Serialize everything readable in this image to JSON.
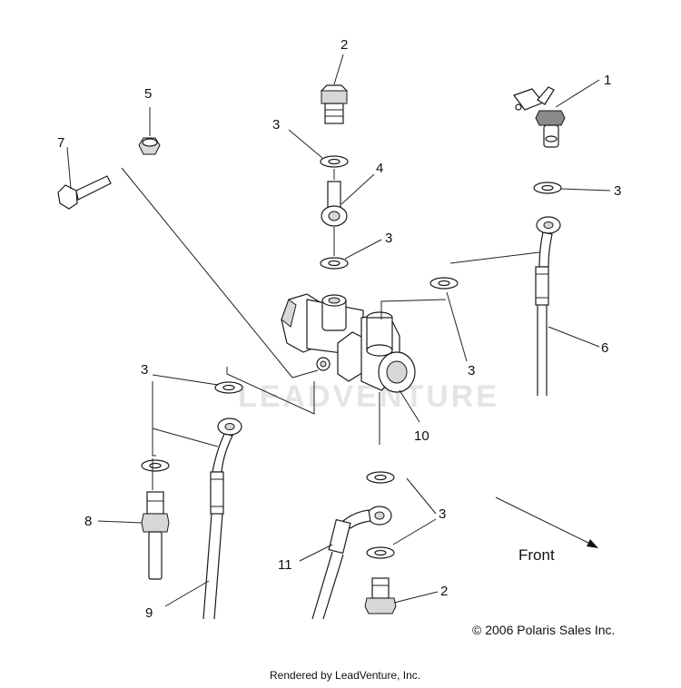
{
  "diagram": {
    "callouts": {
      "c1": "1",
      "c2a": "2",
      "c2b": "2",
      "c3a": "3",
      "c3b": "3",
      "c3c": "3",
      "c3d": "3",
      "c3e": "3",
      "c3f": "3",
      "c4": "4",
      "c5": "5",
      "c6": "6",
      "c7": "7",
      "c8": "8",
      "c9": "9",
      "c10": "10",
      "c11": "11"
    },
    "front_label": "Front",
    "copyright": "© 2006 Polaris Sales Inc.",
    "watermark": "LEADVENTURE"
  },
  "footer": {
    "rendered_by": "Rendered by LeadVenture, Inc."
  }
}
